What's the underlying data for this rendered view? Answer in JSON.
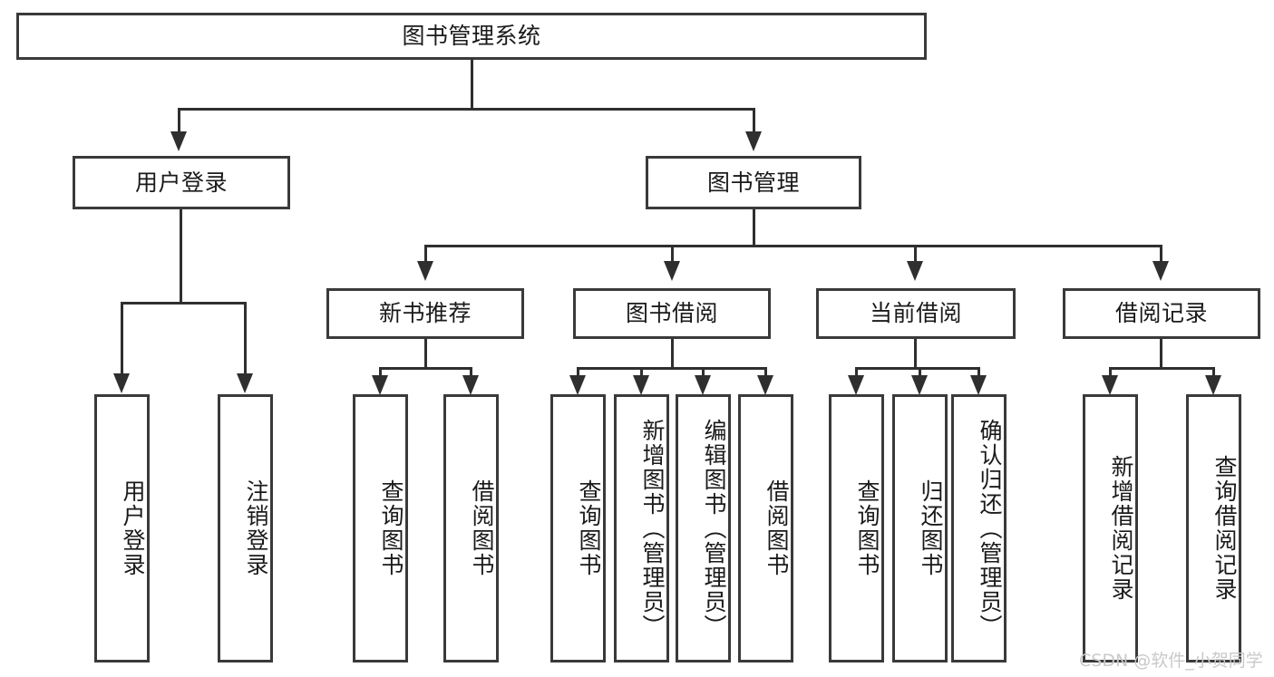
{
  "diagram": {
    "title": "图书管理系统",
    "type": "tree-hierarchy",
    "root": {
      "label": "图书管理系统"
    },
    "level2": [
      {
        "label": "用户登录"
      },
      {
        "label": "图书管理"
      }
    ],
    "level3": [
      {
        "label": "新书推荐"
      },
      {
        "label": "图书借阅"
      },
      {
        "label": "当前借阅"
      },
      {
        "label": "借阅记录"
      }
    ],
    "leaves": {
      "user_login": [
        {
          "label": "用户登录"
        },
        {
          "label": "注销登录"
        }
      ],
      "new_book_recommend": [
        {
          "label": "查询图书"
        },
        {
          "label": "借阅图书"
        }
      ],
      "book_borrow": [
        {
          "label": "查询图书"
        },
        {
          "label": "新增图书（管理员）"
        },
        {
          "label": "编辑图书（管理员）"
        },
        {
          "label": "借阅图书"
        }
      ],
      "current_borrow": [
        {
          "label": "查询图书"
        },
        {
          "label": "归还图书"
        },
        {
          "label": "确认归还（管理员）"
        }
      ],
      "borrow_record": [
        {
          "label": "新增借阅记录"
        },
        {
          "label": "查询借阅记录"
        }
      ]
    }
  },
  "watermark": {
    "text": "CSDN @软件_小贺同学"
  },
  "colors": {
    "box_border": "#3a3a3a",
    "line": "#2f2f2f",
    "background": "#ffffff",
    "watermark": "#c9c9c9"
  }
}
